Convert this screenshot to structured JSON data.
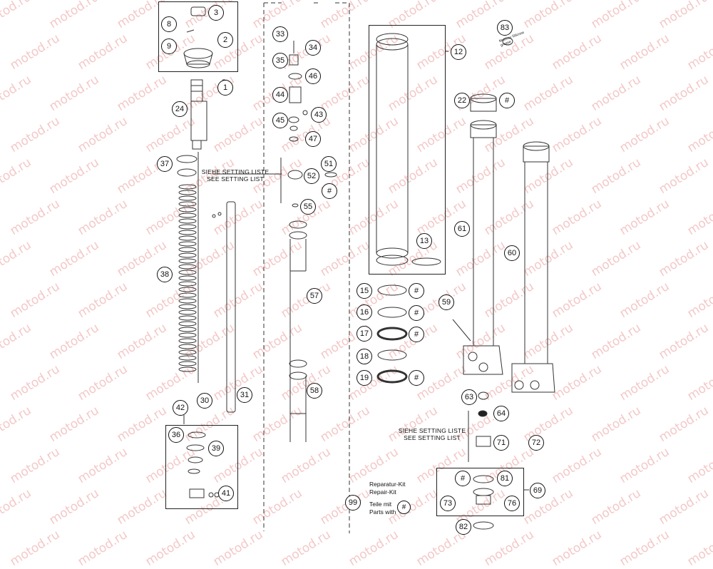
{
  "watermark": "motod.ru",
  "setting_note_left": {
    "line1": "SIEHE SETTING LISTE",
    "line2": "SEE SETTING LIST"
  },
  "setting_note_right": {
    "line1": "SIEHE SETTING LISTE",
    "line2": "SEE SETTING LIST"
  },
  "legend": {
    "repair_kit_de": "Reparatur-Kit",
    "repair_kit_en": "Repair-Kit",
    "parts_with_de": "Teile mit",
    "parts_with_en": "Parts with",
    "symbol": "#"
  },
  "product_label": "Motorex Silicone grease",
  "callouts": {
    "c1": "1",
    "c2": "2",
    "c3": "3",
    "c8": "8",
    "c9": "9",
    "c12": "12",
    "c13": "13",
    "c15": "15",
    "c16": "16",
    "c17": "17",
    "c18": "18",
    "c19": "19",
    "c22": "22",
    "c24": "24",
    "c30": "30",
    "c31": "31",
    "c33": "33",
    "c34": "34",
    "c35": "35",
    "c36": "36",
    "c37": "37",
    "c38": "38",
    "c39": "39",
    "c41": "41",
    "c42": "42",
    "c43": "43",
    "c44": "44",
    "c45": "45",
    "c46": "46",
    "c47": "47",
    "c51": "51",
    "c52": "52",
    "c55": "55",
    "c57": "57",
    "c58": "58",
    "c59": "59",
    "c60": "60",
    "c61": "61",
    "c63": "63",
    "c64": "64",
    "c69": "69",
    "c71": "71",
    "c72": "72",
    "c73": "73",
    "c76": "76",
    "c81": "81",
    "c82": "82",
    "c83": "83",
    "c99": "99",
    "hash": "#"
  }
}
